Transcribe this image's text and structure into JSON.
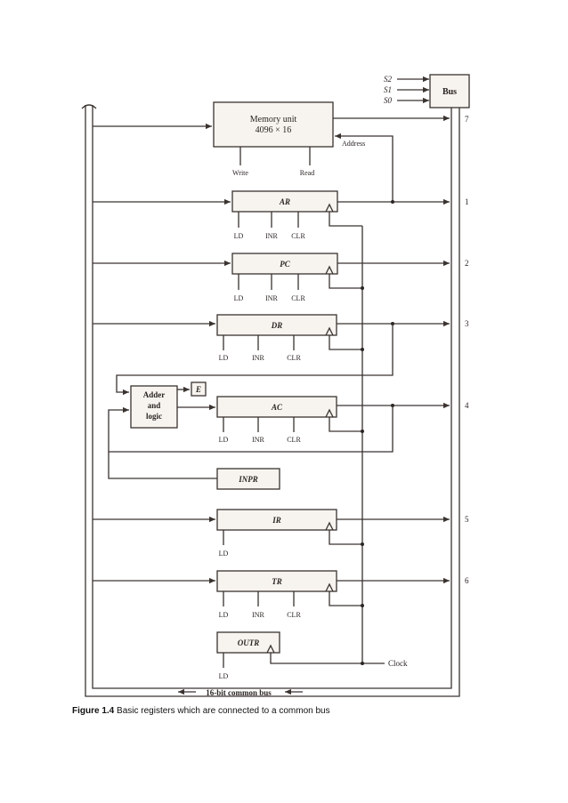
{
  "figure": {
    "caption_number": "Figure 1.4",
    "caption_text": "Basic registers which are connected to a common bus"
  },
  "bus": {
    "label": "Bus",
    "selects": [
      "S2",
      "S1",
      "S0"
    ],
    "bottom_label": "16-bit common bus",
    "inputs": [
      "7",
      "1",
      "2",
      "3",
      "4",
      "5",
      "6"
    ]
  },
  "memory": {
    "title_line1": "Memory unit",
    "title_line2": "4096 × 16",
    "write": "Write",
    "read": "Read",
    "address": "Address"
  },
  "registers": {
    "ar": {
      "name": "AR",
      "controls": [
        "LD",
        "INR",
        "CLR"
      ]
    },
    "pc": {
      "name": "PC",
      "controls": [
        "LD",
        "INR",
        "CLR"
      ]
    },
    "dr": {
      "name": "DR",
      "controls": [
        "LD",
        "INR",
        "CLR"
      ]
    },
    "ac": {
      "name": "AC",
      "controls": [
        "LD",
        "INR",
        "CLR"
      ]
    },
    "inpr": {
      "name": "INPR"
    },
    "ir": {
      "name": "IR",
      "controls": [
        "LD"
      ]
    },
    "tr": {
      "name": "TR",
      "controls": [
        "LD",
        "INR",
        "CLR"
      ]
    },
    "outr": {
      "name": "OUTR",
      "controls": [
        "LD"
      ]
    }
  },
  "alu": {
    "line1": "Adder",
    "line2": "and",
    "line3": "logic",
    "e_flag": "E"
  },
  "clock": "Clock"
}
